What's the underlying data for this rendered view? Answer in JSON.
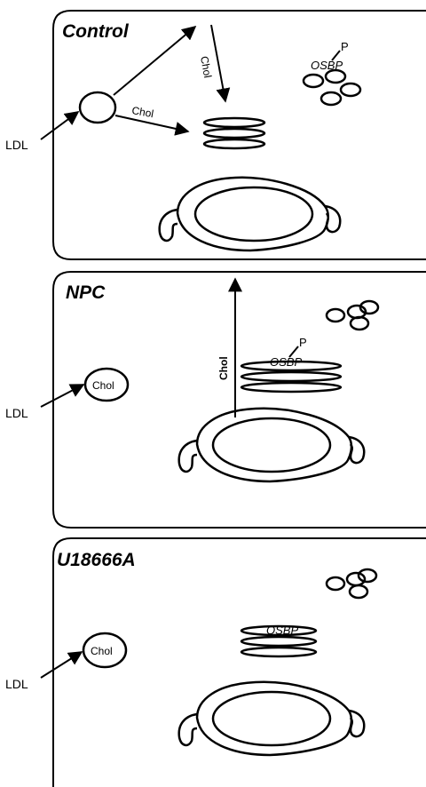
{
  "panels": [
    {
      "title": "Control",
      "ldl_label": "LDL",
      "chol_arrow_label_1": "Chol",
      "chol_arrow_label_2": "Chol",
      "osbp_label": "OSBP",
      "phospho_label": "P"
    },
    {
      "title": "NPC",
      "ldl_label": "LDL",
      "vesicle_label": "Chol",
      "chol_arrow_label": "Chol",
      "osbp_label": "OSBP",
      "phospho_label": "P"
    },
    {
      "title": "U18666A",
      "ldl_label": "LDL",
      "vesicle_label": "Chol",
      "osbp_label": "OSBP"
    }
  ],
  "colors": {
    "line": "#000000",
    "background": "#ffffff"
  }
}
